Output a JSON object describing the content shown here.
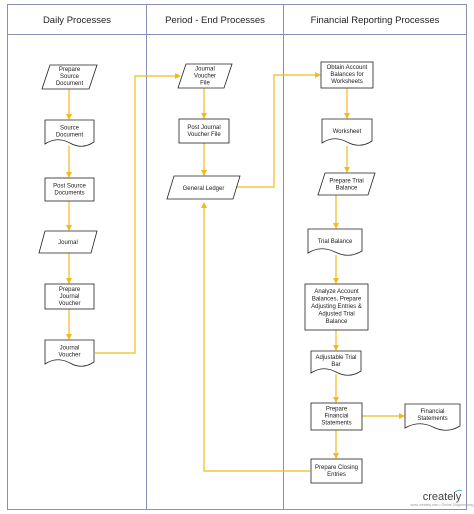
{
  "lanes": [
    {
      "id": "daily",
      "title": "Daily Processes"
    },
    {
      "id": "period",
      "title": "Period - End Processes"
    },
    {
      "id": "financial",
      "title": "Financial Reporting Processes"
    }
  ],
  "nodes": [
    {
      "id": "prepare-source-document",
      "shape": "parallelogram",
      "lines": [
        "Prepare",
        "Source",
        "Document"
      ]
    },
    {
      "id": "source-document",
      "shape": "document",
      "lines": [
        "Source",
        "Document"
      ]
    },
    {
      "id": "post-source-documents",
      "shape": "process",
      "lines": [
        "Post Source",
        "Documents"
      ]
    },
    {
      "id": "journal",
      "shape": "parallelogram",
      "lines": [
        "Journal"
      ]
    },
    {
      "id": "prepare-journal-voucher",
      "shape": "process",
      "lines": [
        "Prepare",
        "Journal",
        "Voucher"
      ]
    },
    {
      "id": "journal-voucher",
      "shape": "document",
      "lines": [
        "Journal",
        "Voucher"
      ]
    },
    {
      "id": "journal-voucher-file",
      "shape": "parallelogram",
      "lines": [
        "Journal",
        "Voucher",
        "File"
      ]
    },
    {
      "id": "post-journal-voucher-file",
      "shape": "process",
      "lines": [
        "Post Journal",
        "Voucher File"
      ]
    },
    {
      "id": "general-ledger",
      "shape": "parallelogram",
      "lines": [
        "General Ledger"
      ]
    },
    {
      "id": "obtain-account-balances",
      "shape": "process",
      "lines": [
        "Obtain Account",
        "Balances for",
        "Worksheets"
      ]
    },
    {
      "id": "worksheet",
      "shape": "document",
      "lines": [
        "Worksheet"
      ]
    },
    {
      "id": "prepare-trial-balance",
      "shape": "parallelogram",
      "lines": [
        "Prepare Trial",
        "Balance"
      ]
    },
    {
      "id": "trial-balance",
      "shape": "document",
      "lines": [
        "Trial Balance"
      ]
    },
    {
      "id": "analyze-account-balances",
      "shape": "process",
      "lines": [
        "Analyze Account",
        "Balances, Prepare",
        "Adjusting Entries &",
        "Adjusted Trial",
        "Balance"
      ]
    },
    {
      "id": "adjustable-trial-bar",
      "shape": "document",
      "lines": [
        "Adjustable Trial",
        "Bar"
      ]
    },
    {
      "id": "prepare-financial-statements",
      "shape": "process",
      "lines": [
        "Prepare",
        "Financial",
        "Statements"
      ]
    },
    {
      "id": "financial-statements",
      "shape": "document",
      "lines": [
        "Financial",
        "Statements"
      ]
    },
    {
      "id": "prepare-closing-entries",
      "shape": "process",
      "lines": [
        "Prepare Closing",
        "Entries"
      ]
    }
  ],
  "colors": {
    "connector": "#f2bb1d",
    "lane_border": "#8a8fb5",
    "node_border": "#222222",
    "node_fill": "#ffffff",
    "brand_accent": "#4aa3df"
  },
  "brand": {
    "name": "creately",
    "tagline": "www.creately.com • Online Diagramming"
  }
}
